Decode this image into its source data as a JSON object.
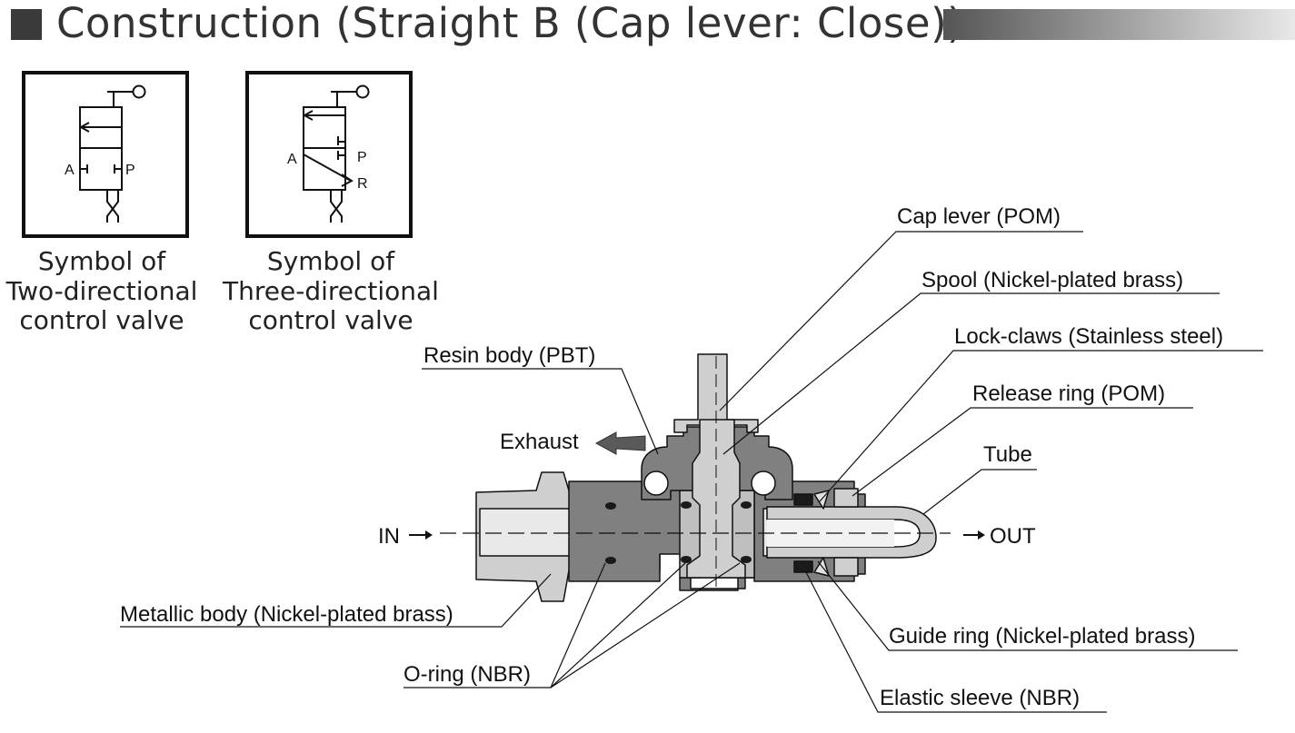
{
  "title": "Construction (Straight B (Cap lever: Close))",
  "symbols": [
    {
      "caption_lines": [
        "Symbol of",
        "Two-directional",
        "control valve"
      ],
      "ports": [
        "A",
        "P"
      ]
    },
    {
      "caption_lines": [
        "Symbol of",
        "Three-directional",
        "control valve"
      ],
      "ports": [
        "A",
        "P",
        "R"
      ]
    }
  ],
  "flow": {
    "in": "IN",
    "out": "OUT",
    "exhaust": "Exhaust"
  },
  "labels": {
    "cap_lever": "Cap lever (POM)",
    "spool": "Spool (Nickel-plated brass)",
    "lock_claws": "Lock-claws (Stainless steel)",
    "release_ring": "Release ring (POM)",
    "tube": "Tube",
    "resin_body": "Resin body (PBT)",
    "metallic_body": "Metallic body (Nickel-plated brass)",
    "o_ring": "O-ring (NBR)",
    "guide_ring": "Guide ring (Nickel-plated brass)",
    "elastic_sleeve": "Elastic sleeve (NBR)"
  },
  "colors": {
    "part_dark": "#808080",
    "part_light": "#cfcfcf",
    "outline": "#111111",
    "seal": "#1a1a1a"
  }
}
